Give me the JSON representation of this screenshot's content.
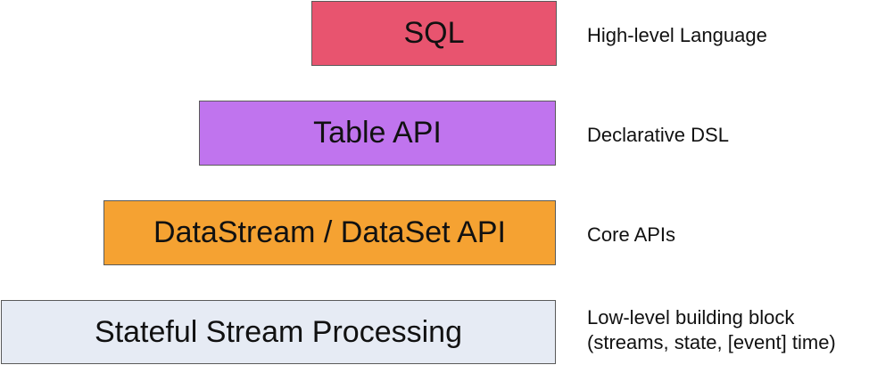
{
  "layers": [
    {
      "label": "SQL",
      "description": [
        "High-level Language"
      ],
      "color": "#e8546f"
    },
    {
      "label": "Table API",
      "description": [
        "Declarative DSL"
      ],
      "color": "#c074ee"
    },
    {
      "label": "DataStream / DataSet API",
      "description": [
        "Core APIs"
      ],
      "color": "#f5a232"
    },
    {
      "label": "Stateful Stream Processing",
      "description": [
        "Low-level building block",
        "(streams, state, [event] time)"
      ],
      "color": "#e6ebf4"
    }
  ]
}
